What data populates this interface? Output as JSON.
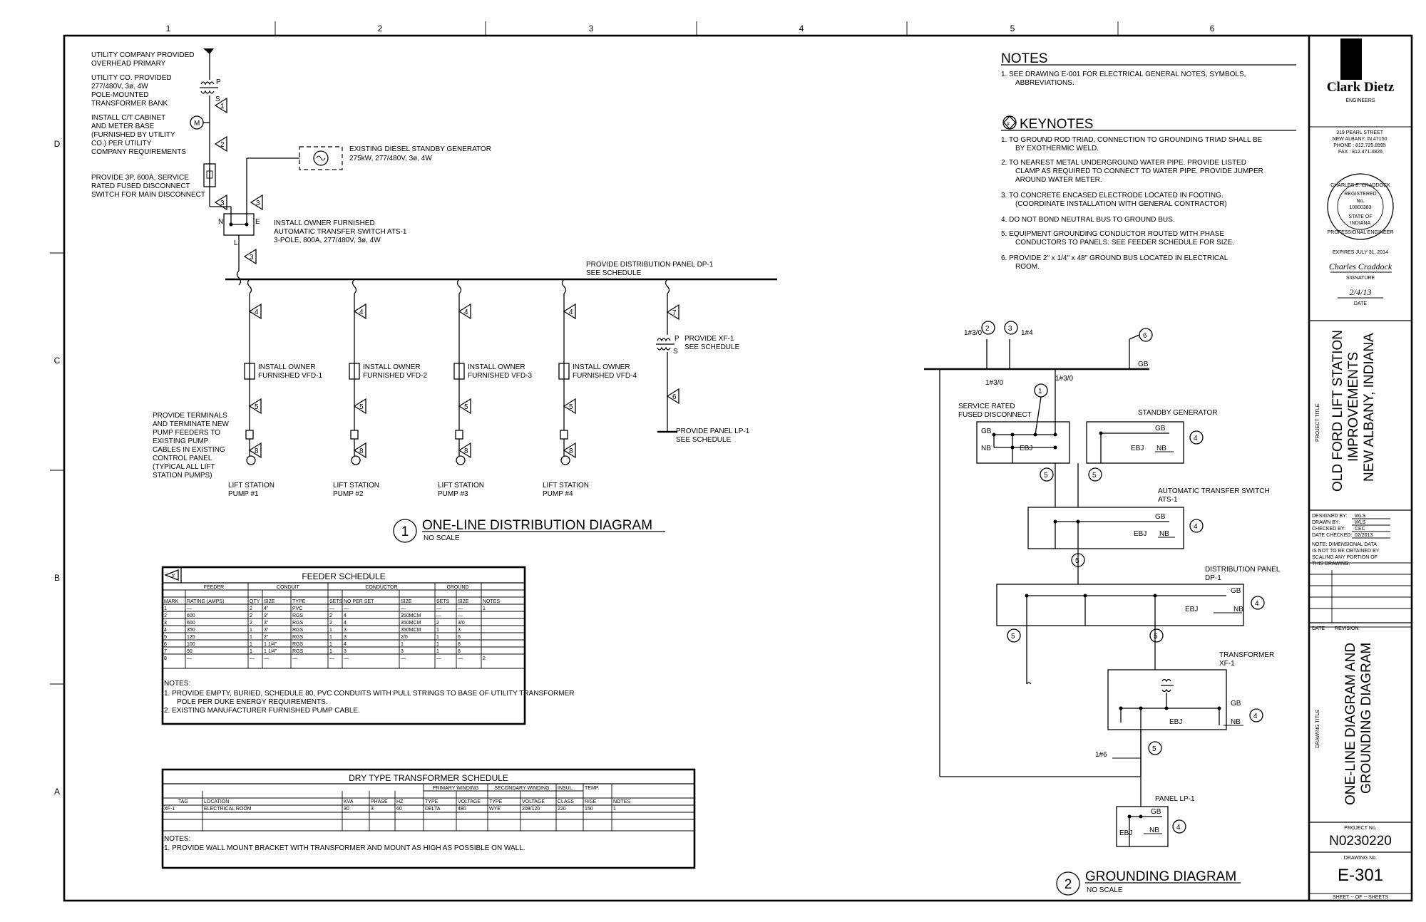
{
  "border": {
    "columns": [
      "1",
      "2",
      "3",
      "4",
      "5",
      "6"
    ],
    "rows": [
      "D",
      "C",
      "B",
      "A"
    ]
  },
  "notes": {
    "title": "NOTES",
    "items": [
      "1.  SEE DRAWING E-001 FOR ELECTRICAL GENERAL NOTES, SYMBOLS,",
      "ABBREVIATIONS."
    ]
  },
  "keynotes": {
    "icon_label": "#",
    "title": "KEYNOTES",
    "items": [
      [
        "1.  TO GROUND ROD TRIAD, CONNECTION TO GROUNDING TRIAD SHALL BE",
        "BY EXOTHERMIC WELD."
      ],
      [
        "2.  TO NEAREST METAL UNDERGROUND WATER PIPE. PROVIDE LISTED",
        "CLAMP AS REQUIRED TO CONNECT TO WATER PIPE. PROVIDE JUMPER",
        "AROUND WATER METER."
      ],
      [
        "3.  TO CONCRETE ENCASED ELECTRODE LOCATED IN FOOTING.",
        "(COORDINATE INSTALLATION WITH GENERAL CONTRACTOR)"
      ],
      [
        "4.  DO NOT BOND NEUTRAL BUS TO GROUND BUS."
      ],
      [
        "5.  EQUIPMENT GROUNDING CONDUCTOR ROUTED WITH PHASE",
        "CONDUCTORS TO PANELS. SEE FEEDER SCHEDULE FOR SIZE."
      ],
      [
        "6.  PROVIDE 2\" x 1/4\" x 48\" GROUND BUS LOCATED IN ELECTRICAL",
        "ROOM."
      ]
    ]
  },
  "one_line": {
    "utility_primary": [
      "UTILITY COMPANY PROVIDED",
      "OVERHEAD PRIMARY"
    ],
    "transformer_bank": [
      "UTILITY CO. PROVIDED",
      "277/480V, 3ø, 4W",
      "POLE-MOUNTED",
      "TRANSFORMER BANK"
    ],
    "ct_cabinet": [
      "INSTALL C/T CABINET",
      "AND METER BASE",
      "(FURNISHED BY UTILITY",
      "CO.) PER UTILITY",
      "COMPANY REQUIREMENTS"
    ],
    "disconnect": [
      "PROVIDE 3P, 600A, SERVICE",
      "RATED FUSED DISCONNECT",
      "SWITCH FOR MAIN DISCONNECT"
    ],
    "generator": [
      "EXISTING DIESEL STANDBY GENERATOR",
      "275kW, 277/480V, 3ø, 4W"
    ],
    "ats": [
      "INSTALL OWNER FURNISHED",
      "AUTOMATIC TRANSFER SWITCH ATS-1",
      "3-POLE, 800A, 277/480V, 3ø, 4W"
    ],
    "dp": [
      "PROVIDE DISTRIBUTION PANEL DP-1",
      "SEE SCHEDULE"
    ],
    "xf": [
      "PROVIDE XF-1",
      "SEE SCHEDULE"
    ],
    "lp": [
      "PROVIDE PANEL LP-1",
      "SEE SCHEDULE"
    ],
    "vfds": [
      [
        "INSTALL OWNER",
        "FURNISHED VFD-1"
      ],
      [
        "INSTALL OWNER",
        "FURNISHED VFD-2"
      ],
      [
        "INSTALL OWNER",
        "FURNISHED VFD-3"
      ],
      [
        "INSTALL OWNER",
        "FURNISHED VFD-4"
      ]
    ],
    "pumps": [
      [
        "LIFT STATION",
        "PUMP #1"
      ],
      [
        "LIFT STATION",
        "PUMP #2"
      ],
      [
        "LIFT STATION",
        "PUMP #3"
      ],
      [
        "LIFT STATION",
        "PUMP #4"
      ]
    ],
    "terminals": [
      "PROVIDE TERMINALS",
      "AND TERMINATE NEW",
      "PUMP FEEDERS TO",
      "EXISTING PUMP",
      "CABLES IN EXISTING",
      "CONTROL PANEL",
      "(TYPICAL ALL LIFT",
      "STATION PUMPS)"
    ],
    "feeder_tags": [
      "1",
      "2",
      "3",
      "3",
      "3",
      "4",
      "4",
      "4",
      "4",
      "5",
      "5",
      "5",
      "5",
      "8",
      "8",
      "8",
      "8",
      "7",
      "6"
    ],
    "pole_labels": [
      "P",
      "S",
      "P",
      "S",
      "N",
      "E",
      "L"
    ],
    "meter": "M",
    "title_num": "1",
    "title": "ONE-LINE DISTRIBUTION DIAGRAM",
    "scale": "NO SCALE"
  },
  "grounding": {
    "conductors": [
      "1#3/0",
      "1#4",
      "1#3/0",
      "1#3/0",
      "1#6"
    ],
    "tag_nums": [
      "2",
      "3",
      "6",
      "1",
      "4",
      "5",
      "5",
      "4",
      "5",
      "4",
      "5",
      "5",
      "4",
      "5",
      "4"
    ],
    "bus": "GB",
    "service_disconnect": [
      "SERVICE RATED",
      "FUSED DISCONNECT"
    ],
    "standby": "STANDBY GENERATOR",
    "ats": [
      "AUTOMATIC TRANSFER SWITCH",
      "ATS-1"
    ],
    "dp": [
      "DISTRIBUTION PANEL",
      "DP-1"
    ],
    "xf": [
      "TRANSFORMER",
      "XF-1"
    ],
    "lp": "PANEL LP-1",
    "gb": "GB",
    "nb": "NB",
    "ebj": "EBJ",
    "title_num": "2",
    "title": "GROUNDING DIAGRAM",
    "scale": "NO SCALE"
  },
  "feeder_schedule": {
    "icon_label": "#",
    "title": "FEEDER SCHEDULE",
    "groups": [
      "FEEDER",
      "CONDUIT",
      "CONDUCTOR",
      "GROUND"
    ],
    "headers": [
      "MARK",
      "RATING (AMPS)",
      "QTY",
      "SIZE",
      "TYPE",
      "SETS",
      "NO PER SET",
      "SIZE",
      "SETS",
      "SIZE",
      "NOTES"
    ],
    "rows": [
      [
        "1",
        "—",
        "2",
        "4\"",
        "PVC",
        "—",
        "—",
        "—",
        "—",
        "—",
        "1"
      ],
      [
        "2",
        "600",
        "2",
        "3\"",
        "RGS",
        "2",
        "4",
        "350MCM",
        "—",
        "—",
        ""
      ],
      [
        "3",
        "600",
        "2",
        "3\"",
        "RGS",
        "2",
        "4",
        "350MCM",
        "2",
        "3/0",
        ""
      ],
      [
        "4",
        "350",
        "1",
        "3\"",
        "RGS",
        "1",
        "3",
        "350MCM",
        "1",
        "3",
        ""
      ],
      [
        "5",
        "125",
        "1",
        "2\"",
        "RGS",
        "1",
        "3",
        "2/0",
        "1",
        "6",
        ""
      ],
      [
        "6",
        "100",
        "1",
        "1 1/4\"",
        "RGS",
        "1",
        "4",
        "1",
        "1",
        "8",
        ""
      ],
      [
        "7",
        "90",
        "1",
        "1 1/4\"",
        "RGS",
        "1",
        "3",
        "3",
        "1",
        "8",
        ""
      ],
      [
        "8",
        "—",
        "—",
        "—",
        "—",
        "—",
        "—",
        "—",
        "—",
        "—",
        "2"
      ]
    ],
    "notes_title": "NOTES:",
    "notes": [
      "1.  PROVIDE EMPTY, BURIED, SCHEDULE 80, PVC CONDUITS WITH PULL STRINGS TO BASE OF UTILITY TRANSFORMER",
      "POLE PER DUKE ENERGY REQUIREMENTS.",
      "2.  EXISTING MANUFACTURER FURNISHED PUMP CABLE."
    ]
  },
  "transformer_schedule": {
    "title": "DRY TYPE TRANSFORMER SCHEDULE",
    "groups": [
      "PRIMARY WINDING",
      "SECONDARY WINDING",
      "INSUL.",
      "TEMP."
    ],
    "headers": [
      "TAG",
      "LOCATION",
      "KVA",
      "PHASE",
      "HZ",
      "TYPE",
      "VOLTAGE",
      "TYPE",
      "VOLTAGE",
      "CLASS",
      "RISE",
      "NOTES"
    ],
    "row": [
      "XF-1",
      "ELECTRICAL ROOM",
      "30",
      "3",
      "60",
      "DELTA",
      "480",
      "WYE",
      "208/120",
      "220",
      "150",
      "1"
    ],
    "notes_title": "NOTES:",
    "notes": [
      "1.  PROVIDE WALL MOUNT BRACKET WITH TRANSFORMER AND MOUNT AS HIGH AS POSSIBLE ON WALL."
    ]
  },
  "title_block": {
    "logo": "Clark Dietz",
    "logo_sub": "ENGINEERS",
    "address": [
      "319 PEARL STREET",
      "NEW ALBANY, IN 47150",
      "PHONE : 812.725.8595",
      "FAX : 812.471.4826"
    ],
    "seal": [
      "CHARLES E. CRADDOCK",
      "REGISTERED",
      "No.",
      "10800383",
      "STATE OF",
      "INDIANA",
      "PROFESSIONAL ENGINEER"
    ],
    "expires": "EXPIRES JULY 31, 2014",
    "signature_label": "SIGNATURE",
    "signature": "Charles Craddock",
    "date_value": "2/4/13",
    "date_label": "DATE",
    "project_title_label": "PROJECT TITLE",
    "project_title": [
      "OLD FORD LIFT STATION",
      "IMPROVEMENTS",
      "NEW ALBANY, INDIANA"
    ],
    "designed_by_label": "DESIGNED BY:",
    "designed_by": "WLS",
    "drawn_by_label": "DRAWN BY:",
    "drawn_by": "WLS",
    "checked_by_label": "CHECKED BY:",
    "checked_by": "CEC",
    "date_checked_label": "DATE CHECKED:",
    "date_checked": "02/2013",
    "note": [
      "NOTE: DIMENSIONAL DATA",
      "IS NOT TO BE OBTAINED BY",
      "SCALING ANY PORTION OF",
      "THIS DRAWING."
    ],
    "rev_date": "DATE",
    "rev_revision": "REVISION",
    "drawing_title_label": "DRAWING TITLE",
    "drawing_title": [
      "ONE-LINE DIAGRAM AND",
      "GROUNDING DIAGRAM"
    ],
    "project_no_label": "PROJECT No.",
    "project_no": "N0230220",
    "drawing_no_label": "DRAWING No.",
    "drawing_no": "E-301",
    "sheet": "SHEET -- OF -- SHEETS"
  }
}
